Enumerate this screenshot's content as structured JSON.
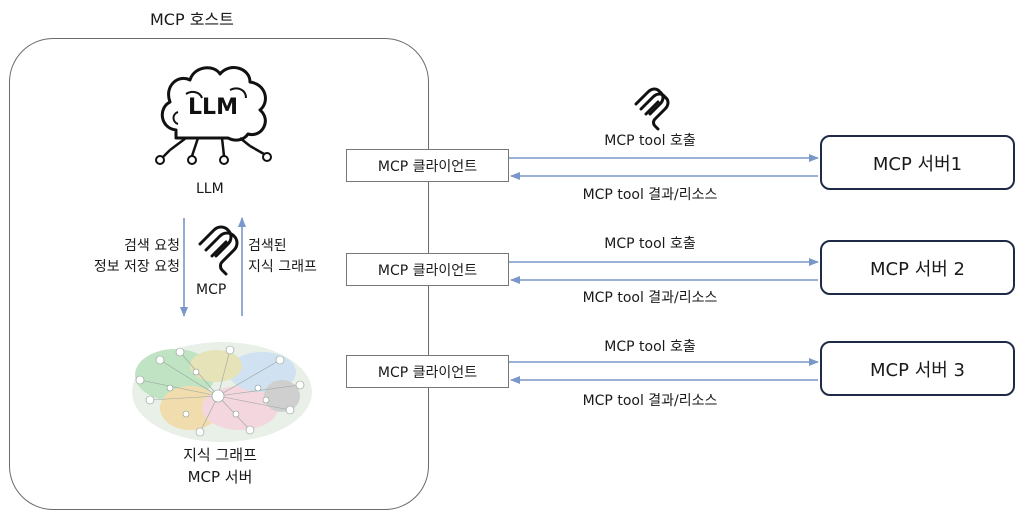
{
  "host": {
    "title": "MCP 호스트",
    "llm_icon_text": "LLM",
    "llm_label": "LLM",
    "request_line1": "검색 요청",
    "request_line2": "정보 저장 요청",
    "response_line1": "검색된",
    "response_line2": "지식 그래프",
    "mcp_label": "MCP",
    "kg_line1": "지식 그래프",
    "kg_line2": "MCP 서버"
  },
  "connections": [
    {
      "client": "MCP 클라이언트",
      "call": "MCP tool 호출",
      "result": "MCP tool 결과/리소스",
      "server": "MCP 서버1"
    },
    {
      "client": "MCP 클라이언트",
      "call": "MCP tool 호출",
      "result": "MCP tool 결과/리소스",
      "server": "MCP 서버 2"
    },
    {
      "client": "MCP 클라이언트",
      "call": "MCP tool 호출",
      "result": "MCP tool 결과/리소스",
      "server": "MCP 서버 3"
    }
  ],
  "colors": {
    "arrow": "#7a97c9",
    "server_border": "#1f2b46",
    "host_border": "#6b6b6b"
  },
  "icons": [
    "brain-llm-icon",
    "mcp-logo-icon",
    "knowledge-graph-image"
  ]
}
